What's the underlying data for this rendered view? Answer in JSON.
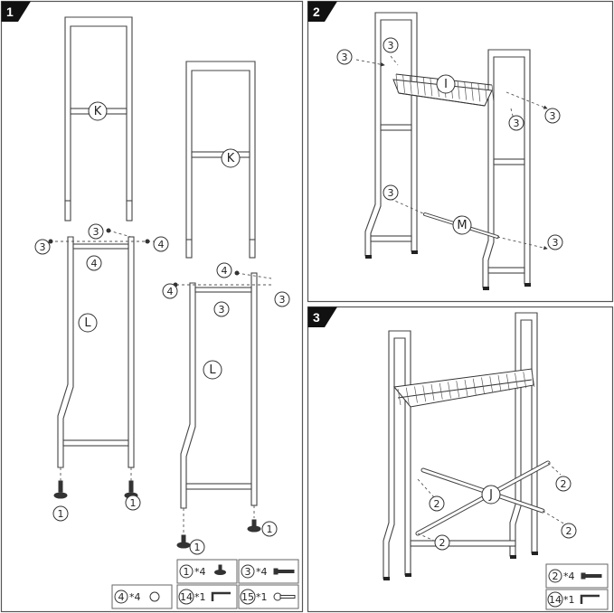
{
  "steps": [
    "1",
    "2",
    "3"
  ],
  "parts": {
    "one": "1",
    "two": "2",
    "three": "3",
    "four": "4",
    "fourteen": "14",
    "fifteen": "15",
    "K": "K",
    "L": "L",
    "I": "I",
    "M": "M",
    "J": "J"
  },
  "legend": {
    "p1": {
      "num": "1",
      "qty": "*4"
    },
    "p3": {
      "num": "3",
      "qty": "*4"
    },
    "p4": {
      "num": "4",
      "qty": "*4"
    },
    "p14": {
      "num": "14",
      "qty": "*1"
    },
    "p15": {
      "num": "15",
      "qty": "*1"
    },
    "p2": {
      "num": "2",
      "qty": "*4"
    },
    "p14b": {
      "num": "14",
      "qty": "*1"
    }
  },
  "icons": {
    "foot": "leveling-foot-icon",
    "screw": "bolt-icon",
    "nut": "cap-nut-icon",
    "allen": "allen-key-icon",
    "wrench": "wrench-icon"
  }
}
